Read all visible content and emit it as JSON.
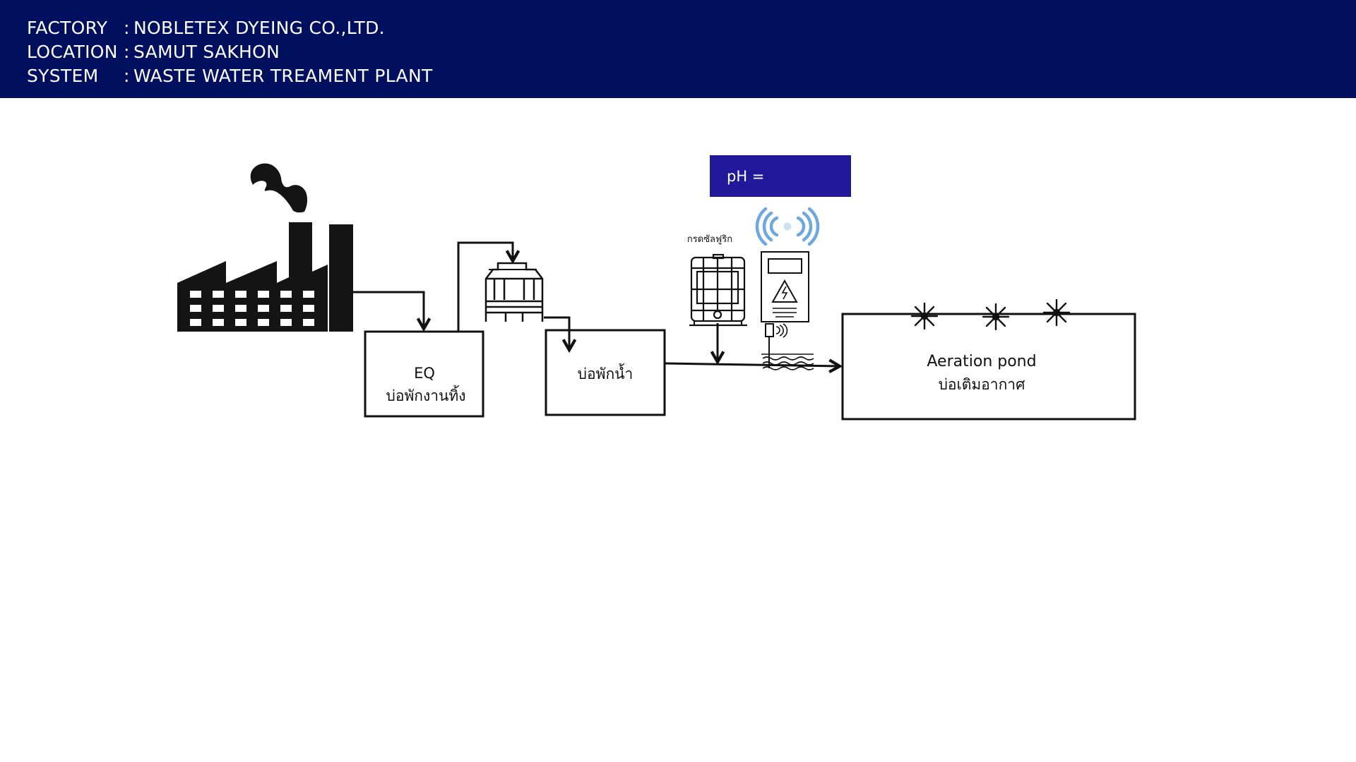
{
  "header": {
    "rows": [
      {
        "label": "FACTORY",
        "sep": ":",
        "value": "NOBLETEX DYEING CO.,LTD."
      },
      {
        "label": "LOCATION",
        "sep": ":",
        "value": "SAMUT SAKHON"
      },
      {
        "label": "SYSTEM",
        "sep": ":",
        "value": "WASTE WATER TREAMENT PLANT"
      }
    ],
    "background": "#000f5e"
  },
  "ph_indicator": {
    "label": "pH =",
    "value": ""
  },
  "nodes": {
    "eq_tank": {
      "title": "EQ",
      "subtitle": "บ่อพักงานทิ้ง"
    },
    "holding_tank": {
      "title": "บ่อพักน้ำ"
    },
    "acid_tank": {
      "label": "กรดซัลฟูริก"
    },
    "aeration_pond": {
      "title": "Aeration pond",
      "subtitle": "บ่อเติมอากาศ"
    }
  },
  "icons": [
    "factory-icon",
    "cooling-tower-icon",
    "ibc-tank-icon",
    "ph-controller-icon",
    "wireless-signal-icon",
    "ph-sensor-icon",
    "aerator-icon"
  ],
  "colors": {
    "header": "#000f5e",
    "ph_box": "#22199a",
    "wireless": "#6fa8dc",
    "line": "#111111"
  }
}
